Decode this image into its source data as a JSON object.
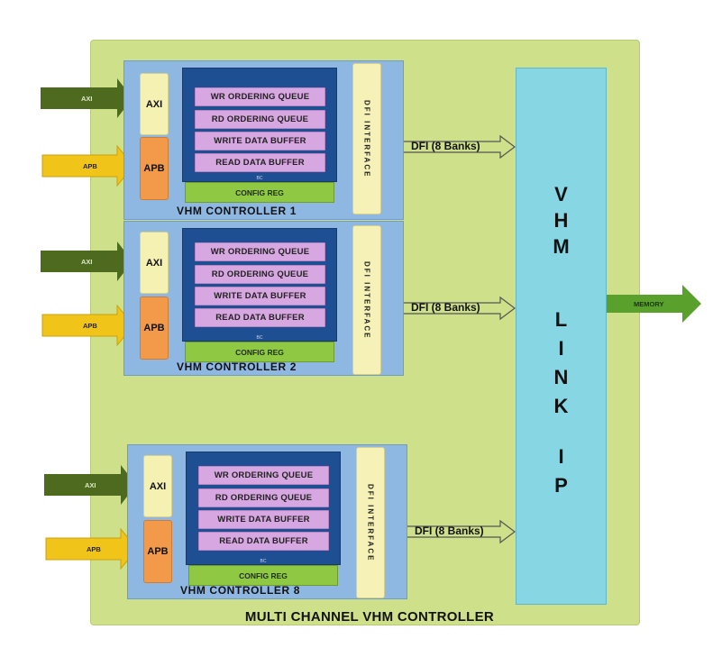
{
  "diagram": {
    "title": "MULTI CHANNEL VHM CONTROLLER",
    "link_ip": {
      "letters": [
        "V",
        "H",
        "M",
        "L",
        "I",
        "N",
        "K",
        "I",
        "P"
      ]
    },
    "output_label": "MEMORY",
    "controllers": [
      {
        "name": "VHM CONTROLLER 1",
        "axi": "AXI",
        "apb": "APB",
        "axi_input": "AXI",
        "apb_input": "APB",
        "bc_items": [
          "WR ORDERING QUEUE",
          "RD ORDERING QUEUE",
          "WRITE  DATA BUFFER",
          "READ DATA BUFFER"
        ],
        "bc_label": "BC",
        "config": "CONFIG REG",
        "dfi_interface": "DFI INTERFACE",
        "dfi_link": "DFI (8 Banks)"
      },
      {
        "name": "VHM CONTROLLER 2",
        "axi": "AXI",
        "apb": "APB",
        "axi_input": "AXI",
        "apb_input": "APB",
        "bc_items": [
          "WR ORDERING QUEUE",
          "RD ORDERING QUEUE",
          "WRITE  DATA BUFFER",
          "READ DATA BUFFER"
        ],
        "bc_label": "BC",
        "config": "CONFIG REG",
        "dfi_interface": "DFI INTERFACE",
        "dfi_link": "DFI (8 Banks)"
      },
      {
        "name": "VHM CONTROLLER  8",
        "axi": "AXI",
        "apb": "APB",
        "axi_input": "AXI",
        "apb_input": "APB",
        "bc_items": [
          "WR ORDERING QUEUE",
          "RD ORDERING QUEUE",
          "WRITE  DATA BUFFER",
          "READ DATA BUFFER"
        ],
        "bc_label": "BC",
        "config": "CONFIG REG",
        "dfi_interface": "DFI INTERFACE",
        "dfi_link": "DFI (8 Banks)"
      }
    ],
    "colors": {
      "outer": "#cfe08a",
      "controller": "#8eb8e2",
      "bc": "#1f4f93",
      "bc_item": "#d6a7e0",
      "config": "#8fc843",
      "dfi": "#f6f1b7",
      "axi_block": "#f4f1b3",
      "apb_block": "#f29a4a",
      "link_ip": "#86d6e3",
      "axi_arrow": "#4e6a1f",
      "apb_arrow": "#f0c419",
      "memory_arrow": "#5aa02c"
    }
  }
}
